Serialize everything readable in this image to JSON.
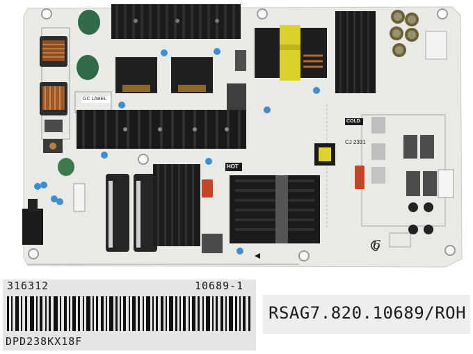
{
  "board": {
    "gc_label": "GC LABEL",
    "hot_mark": "HOT",
    "cold_mark": "COLD",
    "cj_code": "CJ 2331",
    "handwritten_mark": "6"
  },
  "sticker_left": {
    "top_left": "316312",
    "top_right": "10689-1",
    "bottom": "DPD238KX18F"
  },
  "sticker_right": {
    "part_number": "RSAG7.820.10689/ROH"
  },
  "colors": {
    "pcb_white": "#ececea",
    "heatsink_black": "#1c1c1c",
    "capacitor_blue": "#3f8fd0",
    "transformer_yellow": "#d9d22a"
  }
}
